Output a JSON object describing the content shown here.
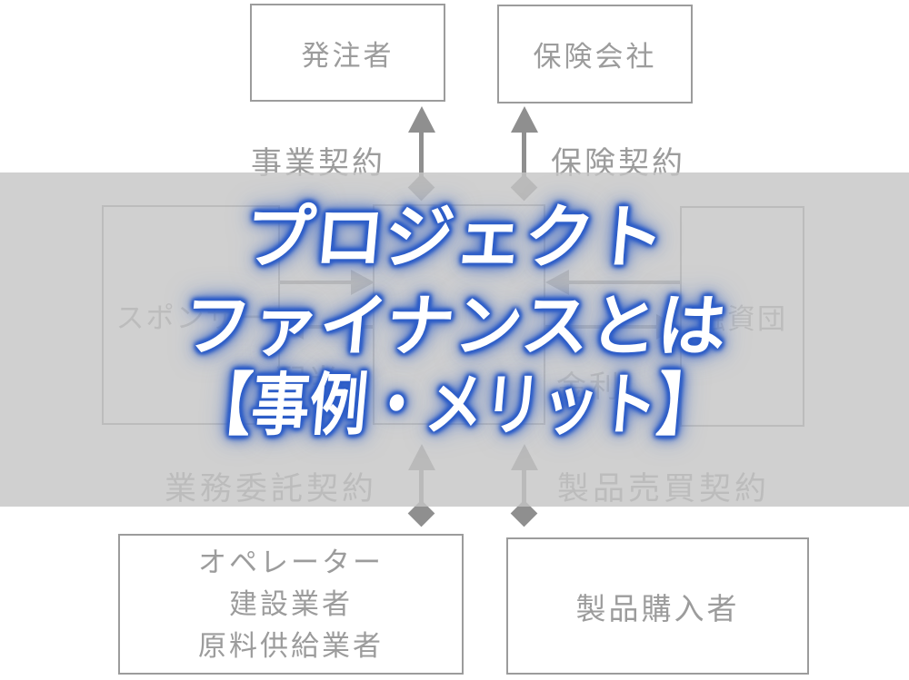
{
  "title": {
    "line1": "プロジェクト",
    "line2": "ファイナンスとは",
    "line3": "【事例・メリット】",
    "text_color": "#ffffff",
    "glow_color": "#2e5ec8"
  },
  "diagram": {
    "line_color": "#9c9c9c",
    "arrow_color": "#8f8f8f",
    "overlay_band_color": "#d0d0d0",
    "boxes": {
      "orderer": {
        "label": "発注者"
      },
      "insurance_company": {
        "label": "保険会社"
      },
      "sponsor": {
        "label": "スポンサー"
      },
      "lenders": {
        "label": "融資団"
      },
      "operator_group": {
        "lines": [
          "オペレーター",
          "建設業者",
          "原料供給業者"
        ]
      },
      "product_buyer": {
        "label": "製品購入者"
      }
    },
    "labels": {
      "business_contract": "事業契約",
      "insurance_contract": "保険契約",
      "dividend": "配当",
      "interest": "金利",
      "outsourcing_contract": "業務委託契約",
      "product_sales_contract": "製品売買契約"
    }
  }
}
